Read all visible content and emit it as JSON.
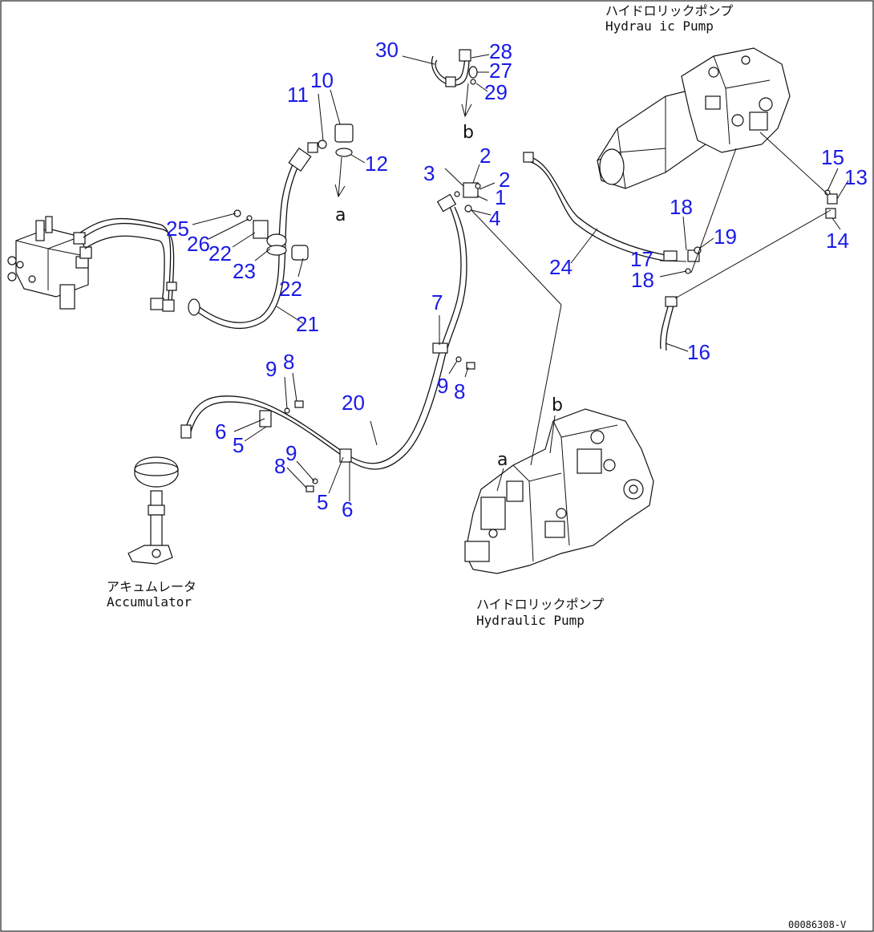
{
  "figure_code": "00086308-V",
  "labels": {
    "pump_top_jp": "ハイドロリックポンプ",
    "pump_top_en": "Hydrau ic Pump",
    "pump_bottom_jp": "ハイドロリックポンプ",
    "pump_bottom_en": "Hydraulic Pump",
    "accumulator_jp": "アキュムレータ",
    "accumulator_en": "Accumulator"
  },
  "callouts": {
    "c30": "30",
    "c28": "28",
    "c27": "27",
    "c29": "29",
    "c10": "10",
    "c11": "11",
    "c12": "12",
    "c2a": "2",
    "c2b": "2",
    "c3": "3",
    "c1": "1",
    "c4": "4",
    "c25": "25",
    "c26": "26",
    "c22a": "22",
    "c23": "23",
    "c22b": "22",
    "c21": "21",
    "c24": "24",
    "c18a": "18",
    "c19": "19",
    "c17": "17",
    "c18b": "18",
    "c15": "15",
    "c13": "13",
    "c14": "14",
    "c16": "16",
    "c7": "7",
    "c9a": "9",
    "c8a": "8",
    "c9b": "9",
    "c8b": "8",
    "c20": "20",
    "c6a": "6",
    "c5a": "5",
    "c9c": "9",
    "c8c": "8",
    "c5b": "5",
    "c6b": "6"
  },
  "connection_letters": {
    "b_top": "b",
    "a_top": "a",
    "b_pump": "b",
    "a_pump": "a"
  }
}
